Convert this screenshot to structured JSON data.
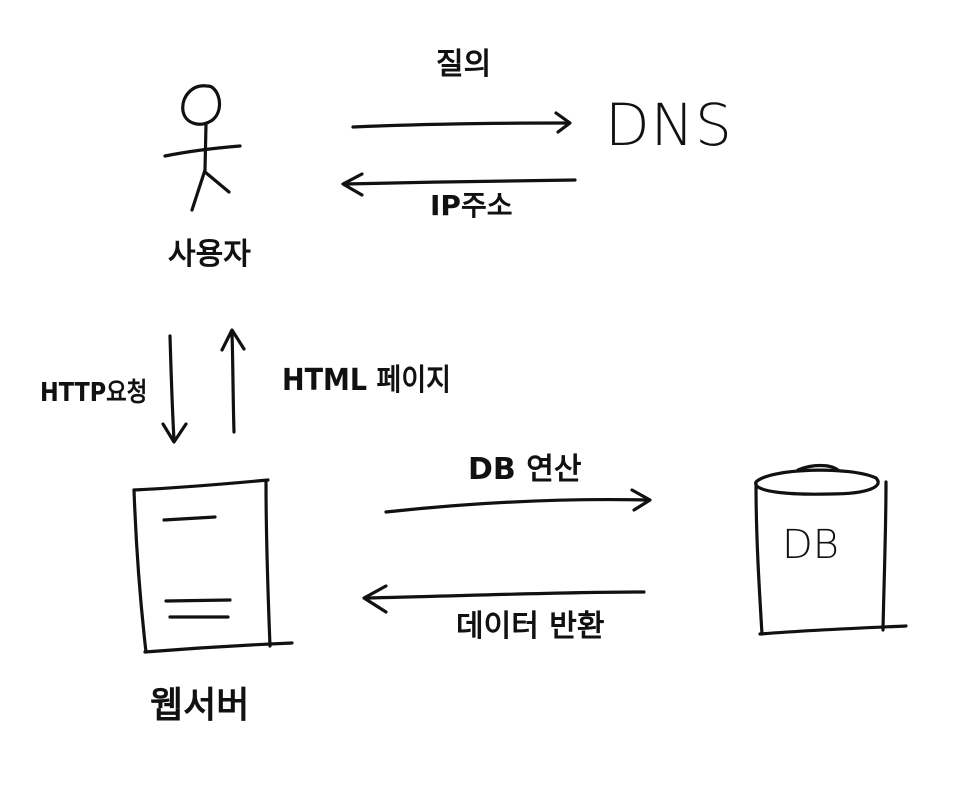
{
  "diagram": {
    "nodes": {
      "user": {
        "label": "사용자",
        "icon": "stick-figure-icon"
      },
      "dns": {
        "label": "DNS"
      },
      "web_server": {
        "label": "웹서버",
        "icon": "server-document-icon"
      },
      "db": {
        "label": "DB",
        "icon": "database-cylinder-icon"
      }
    },
    "edges": {
      "query": {
        "label": "질의",
        "from": "사용자",
        "to": "DNS"
      },
      "ip_address": {
        "label": "IP주소",
        "from": "DNS",
        "to": "사용자"
      },
      "http_request": {
        "label": "HTTP요청",
        "from": "사용자",
        "to": "웹서버"
      },
      "html_page": {
        "label": "HTML 페이지",
        "from": "웹서버",
        "to": "사용자"
      },
      "db_operation": {
        "label": "DB 연산",
        "from": "웹서버",
        "to": "DB"
      },
      "data_return": {
        "label": "데이터 반환",
        "from": "DB",
        "to": "웹서버"
      }
    },
    "colors": {
      "ink": "#111111",
      "background": "#ffffff"
    }
  }
}
